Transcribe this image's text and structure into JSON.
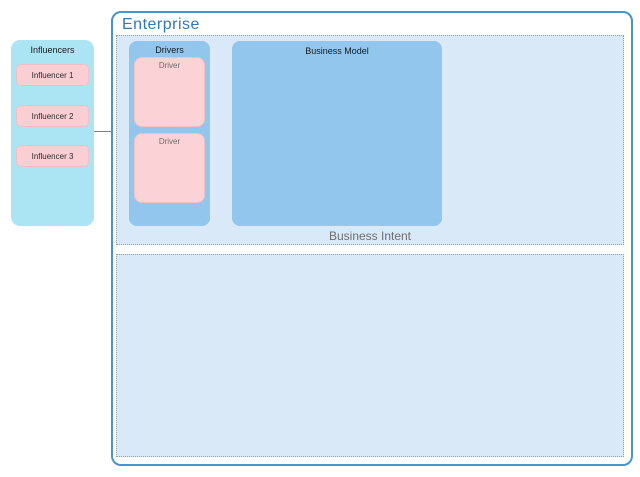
{
  "title": "Enterprise",
  "influencers": {
    "label": "Influencers",
    "items": [
      "Influencer 1",
      "Influencer 2",
      "Influencer 3"
    ]
  },
  "business_intent": {
    "label": "Business Intent",
    "drivers": {
      "label": "Drivers",
      "items": [
        "Driver",
        "Driver"
      ]
    },
    "business_model": {
      "label": "Business Model"
    }
  },
  "connector": {
    "type": "arrow",
    "from": "Influencers",
    "to": "Drivers"
  },
  "colors": {
    "influencers_panel_fill": "#abe4f3",
    "influencer_item_fill": "#f9cfd4",
    "drivers_panel_fill": "#92c6ec",
    "driver_node_fill": "#fbd3d7",
    "business_model_fill": "#92c6ec",
    "region_fill": "#d9e9f8",
    "region_border": "#9b9b9b",
    "enterprise_border": "#4595d1",
    "enterprise_title": "#2e79ba",
    "gray_label": "#6b6b6b",
    "arrow": "#7f7f7f"
  }
}
